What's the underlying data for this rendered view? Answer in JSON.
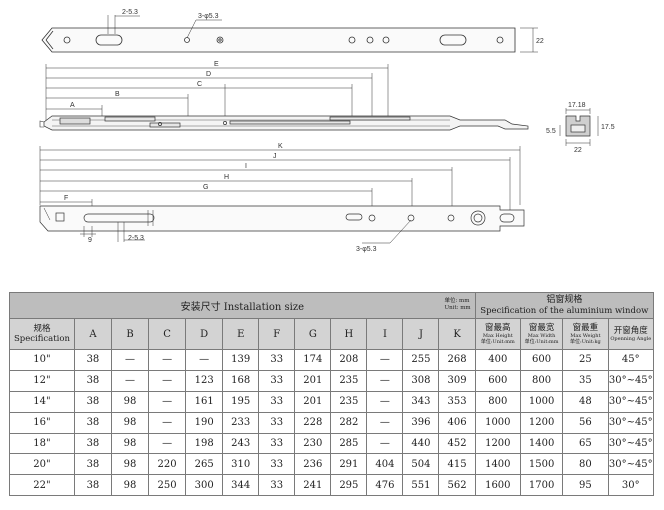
{
  "drawing": {
    "top_labels": {
      "slot": "2-5.3",
      "hole": "3-φ5.3",
      "height": "22"
    },
    "middle_labels": [
      "E",
      "D",
      "C",
      "B",
      "A"
    ],
    "profile_labels": {
      "top_width": "17.18",
      "side_height_left": "5.5",
      "side_height_right": "17.5",
      "bottom_width": "22"
    },
    "bottom_labels": [
      "K",
      "J",
      "I",
      "H",
      "G",
      "F"
    ],
    "bottom_dims": {
      "offset": "9",
      "slot": "2-5.3",
      "hole": "3-φ5.3"
    }
  },
  "table": {
    "install_title": "安装尺寸 Installation size",
    "unit_cn": "单位: mm",
    "unit_en": "Unit: mm",
    "alu_title_cn": "铝窗规格",
    "alu_title_en": "Specification of the aluminium window",
    "spec_cn": "规格",
    "spec_en": "Specification",
    "letters": [
      "A",
      "B",
      "C",
      "D",
      "E",
      "F",
      "G",
      "H",
      "I",
      "J",
      "K"
    ],
    "max_height_cn": "窗最高",
    "max_height_en": "Max Height",
    "max_height_unit": "单位:Unit:mm",
    "max_width_cn": "窗最宽",
    "max_width_en": "Max Width",
    "max_width_unit": "单位:Unit:mm",
    "max_weight_cn": "窗最重",
    "max_weight_en": "Max Weight",
    "max_weight_unit": "单位:Unit:kg",
    "angle_cn": "开窗角度",
    "angle_en": "Openning Angle",
    "rows": [
      [
        "10\"",
        "38",
        "—",
        "—",
        "—",
        "139",
        "33",
        "174",
        "208",
        "—",
        "255",
        "268",
        "400",
        "600",
        "25",
        "45°"
      ],
      [
        "12\"",
        "38",
        "—",
        "—",
        "123",
        "168",
        "33",
        "201",
        "235",
        "—",
        "308",
        "309",
        "600",
        "800",
        "35",
        "30°~45°"
      ],
      [
        "14\"",
        "38",
        "98",
        "—",
        "161",
        "195",
        "33",
        "201",
        "235",
        "—",
        "343",
        "353",
        "800",
        "1000",
        "48",
        "30°~45°"
      ],
      [
        "16\"",
        "38",
        "98",
        "—",
        "190",
        "233",
        "33",
        "228",
        "282",
        "—",
        "396",
        "406",
        "1000",
        "1200",
        "56",
        "30°~45°"
      ],
      [
        "18\"",
        "38",
        "98",
        "—",
        "198",
        "243",
        "33",
        "230",
        "285",
        "—",
        "440",
        "452",
        "1200",
        "1400",
        "65",
        "30°~45°"
      ],
      [
        "20\"",
        "38",
        "98",
        "220",
        "265",
        "310",
        "33",
        "236",
        "291",
        "404",
        "504",
        "415",
        "1400",
        "1500",
        "80",
        "30°~45°"
      ],
      [
        "22\"",
        "38",
        "98",
        "250",
        "300",
        "344",
        "33",
        "241",
        "295",
        "476",
        "551",
        "562",
        "1600",
        "1700",
        "95",
        "30°"
      ]
    ]
  }
}
